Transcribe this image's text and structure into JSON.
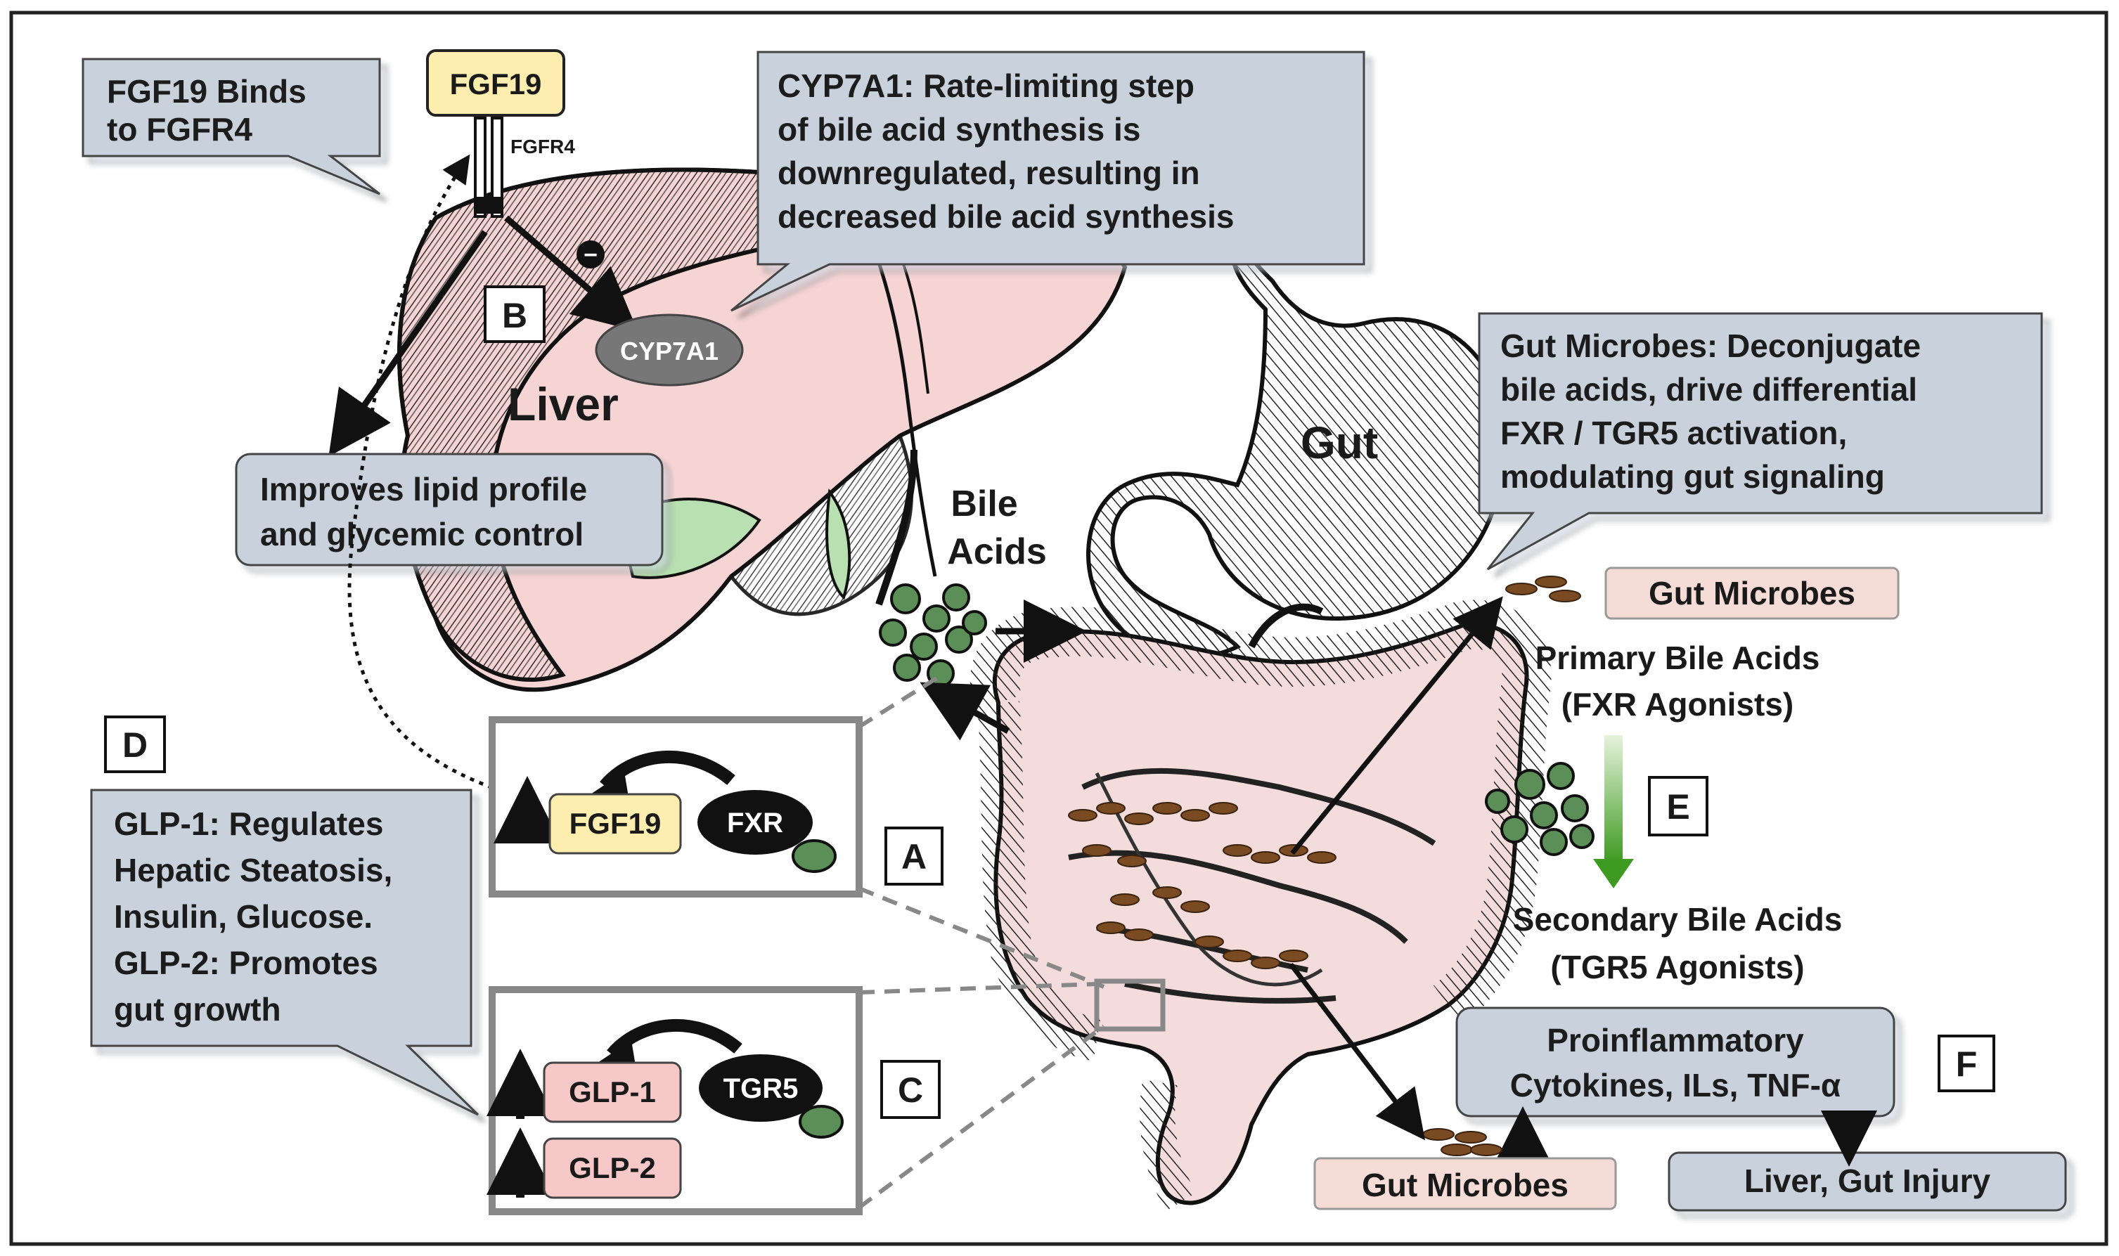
{
  "callouts": {
    "fgf19_binds": [
      "FGF19 Binds",
      "to FGFR4"
    ],
    "cyp7a1_note": [
      "CYP7A1: Rate-limiting step",
      "of bile acid synthesis is",
      "downregulated, resulting in",
      "decreased bile acid synthesis"
    ],
    "lipid": [
      "Improves lipid profile",
      "and glycemic control"
    ],
    "gut_microbes_note": [
      "Gut Microbes: Deconjugate",
      "bile acids, drive differential",
      "FXR / TGR5 activation,",
      "modulating gut signaling"
    ],
    "glp": [
      "GLP-1: Regulates",
      "Hepatic Steatosis,",
      "Insulin, Glucose.",
      "GLP-2: Promotes",
      "gut growth"
    ],
    "proinflammatory": [
      "Proinflammatory",
      "Cytokines, ILs, TNF-α"
    ],
    "injury": "Liver, Gut Injury"
  },
  "labels": {
    "fgf19_top": "FGF19",
    "fgfr4": "FGFR4",
    "cyp7a1": "CYP7A1",
    "liver": "Liver",
    "gut": "Gut",
    "bile_acids": [
      "Bile",
      "Acids"
    ],
    "gut_microbes_top": "Gut Microbes",
    "gut_microbes_bottom": "Gut Microbes",
    "primary": [
      "Primary Bile Acids",
      "(FXR Agonists)"
    ],
    "secondary": [
      "Secondary Bile Acids",
      "(TGR5 Agonists)"
    ],
    "fgf19_box": "FGF19",
    "fxr": "FXR",
    "glp1": "GLP-1",
    "glp2": "GLP-2",
    "tgr5": "TGR5",
    "minus": "−"
  },
  "panel_letters": {
    "a": "A",
    "b": "B",
    "c": "C",
    "d": "D",
    "e": "E",
    "f": "F"
  },
  "colors": {
    "callout_fill": "#c9d1dc",
    "fgf19_fill": "#fdeeb0",
    "glp_fill": "#f6c8c8",
    "microbe_fill": "#f6dcd6",
    "arrow_green": "#4a9a2a",
    "liver_pink": "#f6d4d4",
    "gallbladder_green": "#b8e0b0"
  }
}
